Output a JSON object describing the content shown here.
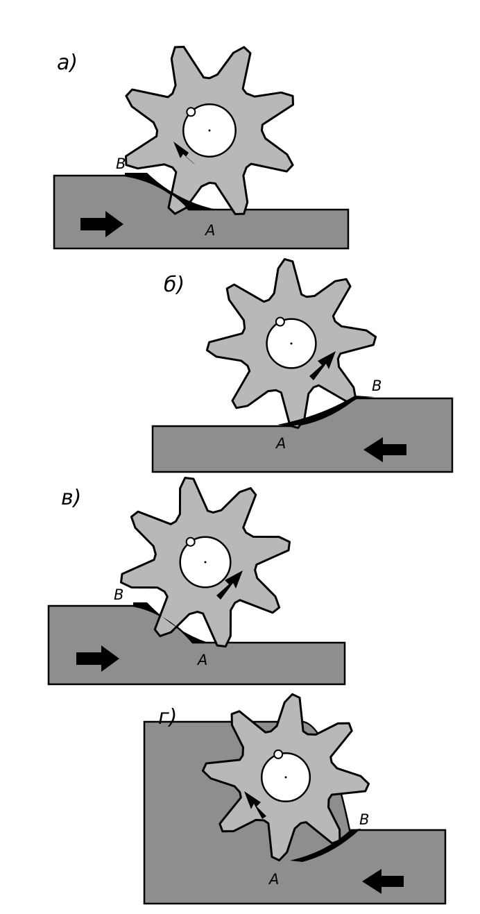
{
  "colors": {
    "workpiece": "#8e8e8e",
    "cutter": "#b8b8b8",
    "outline": "#000000",
    "chip": "#000000",
    "background": "#ffffff"
  },
  "panels": [
    {
      "label": "а)",
      "point_a": "A",
      "point_b": "B"
    },
    {
      "label": "б)",
      "point_a": "A",
      "point_b": "B"
    },
    {
      "label": "в)",
      "point_a": "A",
      "point_b": "B"
    },
    {
      "label": "г)",
      "point_a": "A",
      "point_b": "B"
    }
  ]
}
